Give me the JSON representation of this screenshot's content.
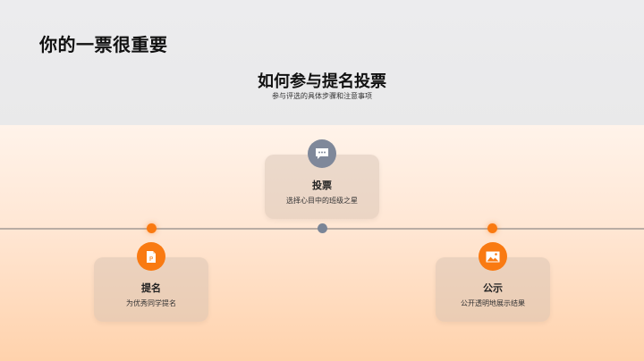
{
  "slide": {
    "title": "你的一票很重要",
    "section_title": "如何参与提名投票",
    "section_subtitle": "参与评选的具体步骤和注意事项"
  },
  "colors": {
    "accent": "#f97a12",
    "neutral": "#7f889a",
    "timeline": "#b9aca4"
  },
  "steps": [
    {
      "title": "提名",
      "description": "为优秀同学提名",
      "icon": "document-p-icon",
      "color": "#f97a12"
    },
    {
      "title": "投票",
      "description": "选择心目中的班级之星",
      "icon": "chat-bubble-icon",
      "color": "#7f889a"
    },
    {
      "title": "公示",
      "description": "公开透明地展示结果",
      "icon": "image-icon",
      "color": "#f97a12"
    }
  ]
}
